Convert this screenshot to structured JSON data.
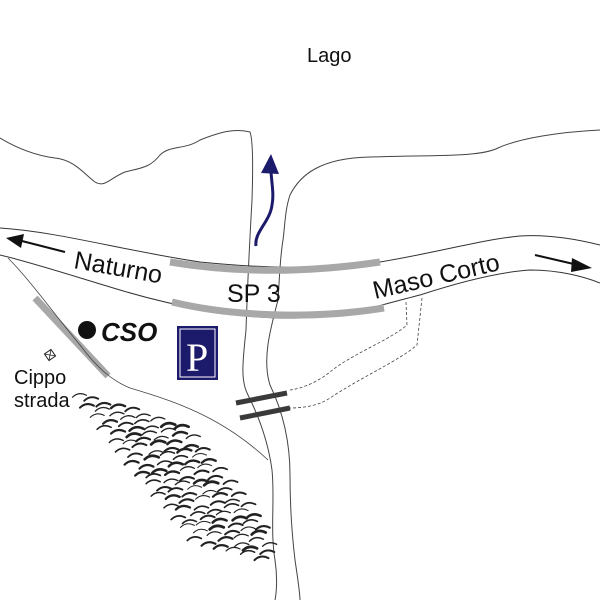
{
  "map": {
    "lake_label": "Lago",
    "road_name": "SP 3",
    "direction_left": "Naturno",
    "direction_right": "Maso Corto",
    "poi_label": "CSO",
    "parking_symbol": "P",
    "landmark_label_line1": "Cippo",
    "landmark_label_line2": "strada",
    "icons": {
      "parking": "parking-sign-icon",
      "poi_marker": "dot-marker-icon",
      "landmark": "boundary-stone-icon",
      "flow_arrow": "curved-arrow-up-icon"
    },
    "colors": {
      "parking_bg": "#1c1a6b",
      "flow_arrow": "#1c1a6b",
      "road_edge": "#333333",
      "bridge_rail": "#a8a8a8",
      "dam_bar": "#3a3a3a",
      "text": "#111111"
    }
  }
}
